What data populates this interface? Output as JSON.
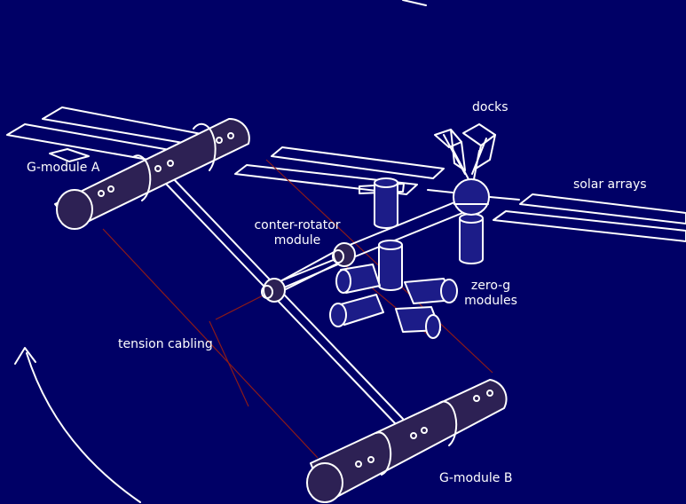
{
  "labels": {
    "g_module_a": "G-module A",
    "g_module_b": "G-module B",
    "counter_rotator_line1": "conter-rotator",
    "counter_rotator_line2": "module",
    "tension_cabling": "tension cabling",
    "docks": "docks",
    "solar_arrays": "solar arrays",
    "zero_g_line1": "zero-g",
    "zero_g_line2": "modules"
  },
  "colors": {
    "background": "#000066",
    "line": "#ffffff",
    "module_fill": "#2d2154",
    "cylinder_fill": "#1c1c88",
    "cable": "#8b1a1a"
  },
  "icons": {
    "rotation_arrow": "curved-arrow-up-icon"
  }
}
